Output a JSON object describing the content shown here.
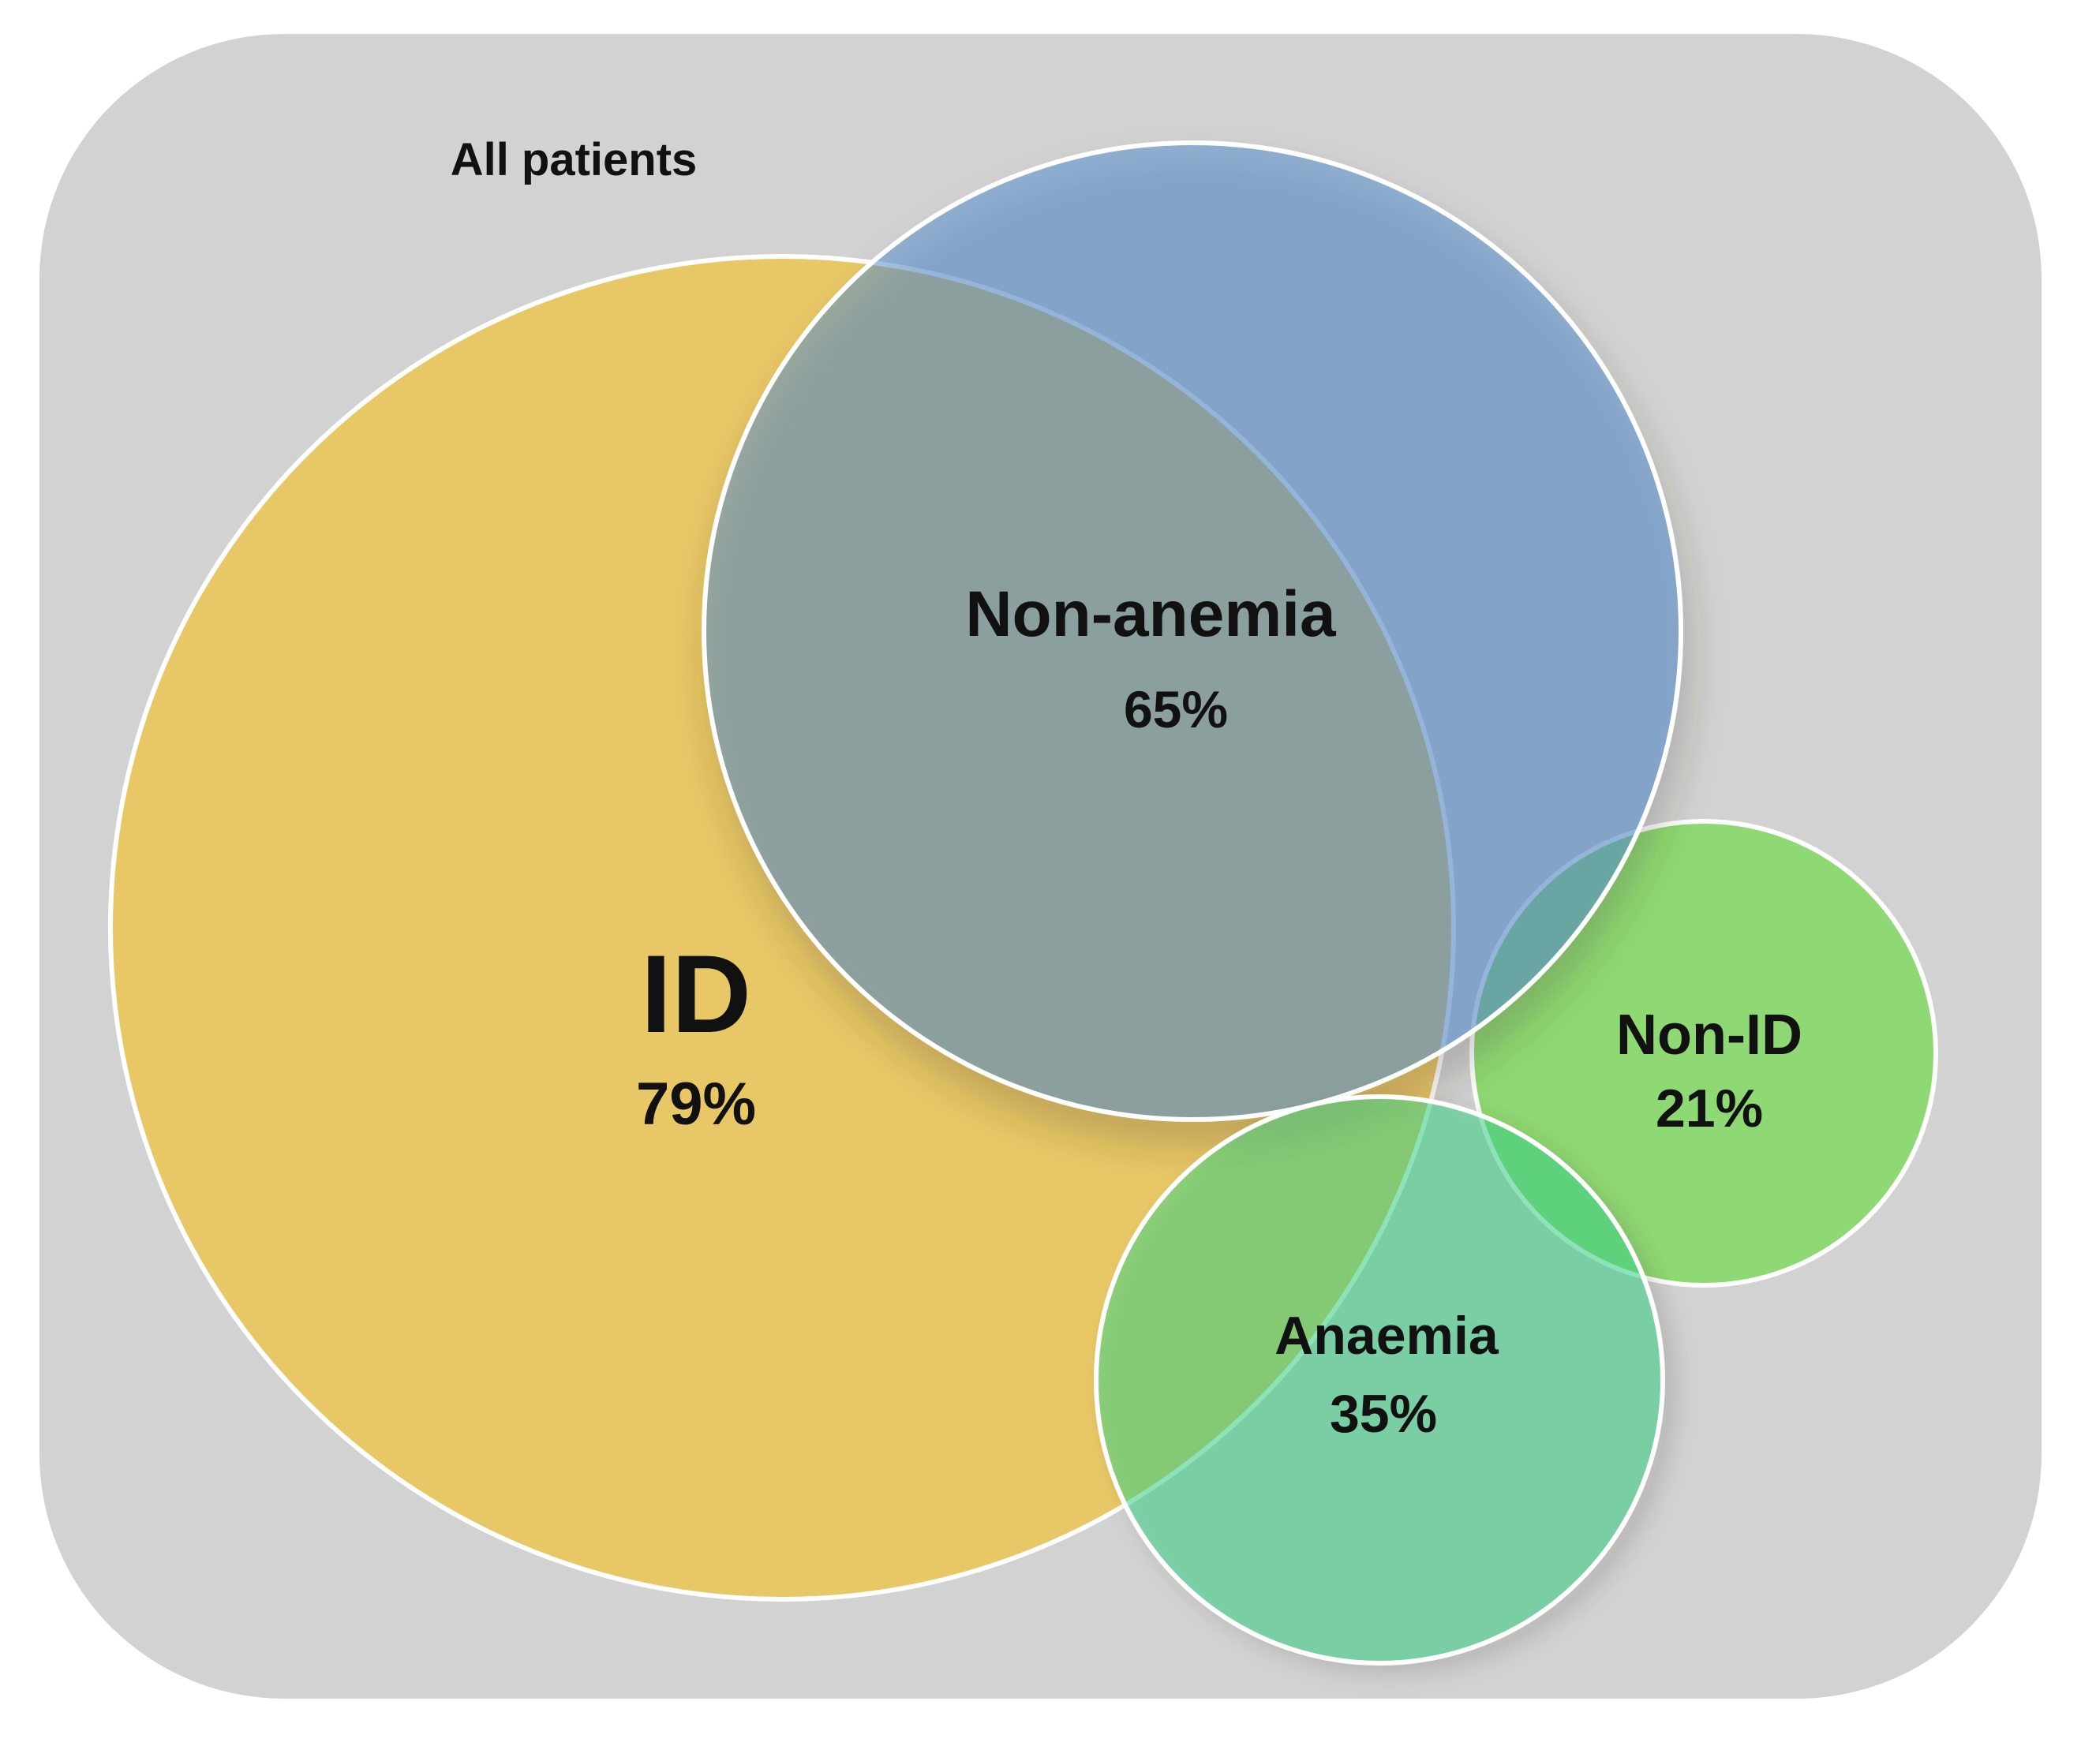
{
  "figure": {
    "title": "All patients",
    "background_color": "#d2d2d2",
    "page_color": "#ffffff",
    "outline_color": "#ffffff",
    "text_color": "#111111",
    "sets": [
      {
        "name": "ID",
        "percent": "79%",
        "fill": "#e8c766",
        "appears_as": "#e8c766",
        "description": "iron deficiency circle (large, left, yellow)"
      },
      {
        "name": "Non-anemia",
        "percent": "65%",
        "fill": "#568fcf",
        "appears_as": "#90b0ce",
        "description": "non-anemia circle (top right, translucent blue)"
      },
      {
        "name": "Non-ID",
        "percent": "21%",
        "fill": "#4ae014",
        "appears_as": "#8ed973",
        "description": "non iron deficiency circle (right, translucent green)"
      },
      {
        "name": "Anaemia",
        "percent": "35%",
        "fill": "#36d888",
        "appears_as": "#84d5ad",
        "description": "anaemia circle (bottom, translucent teal)"
      }
    ],
    "overlap_colors": {
      "id_and_non_anemia": "#a3b19f",
      "non_anemia_and_non_id": "#6ea08c",
      "anaemia_and_non_id": "#55cd85",
      "anaemia_and_id": "#8fd077"
    }
  }
}
